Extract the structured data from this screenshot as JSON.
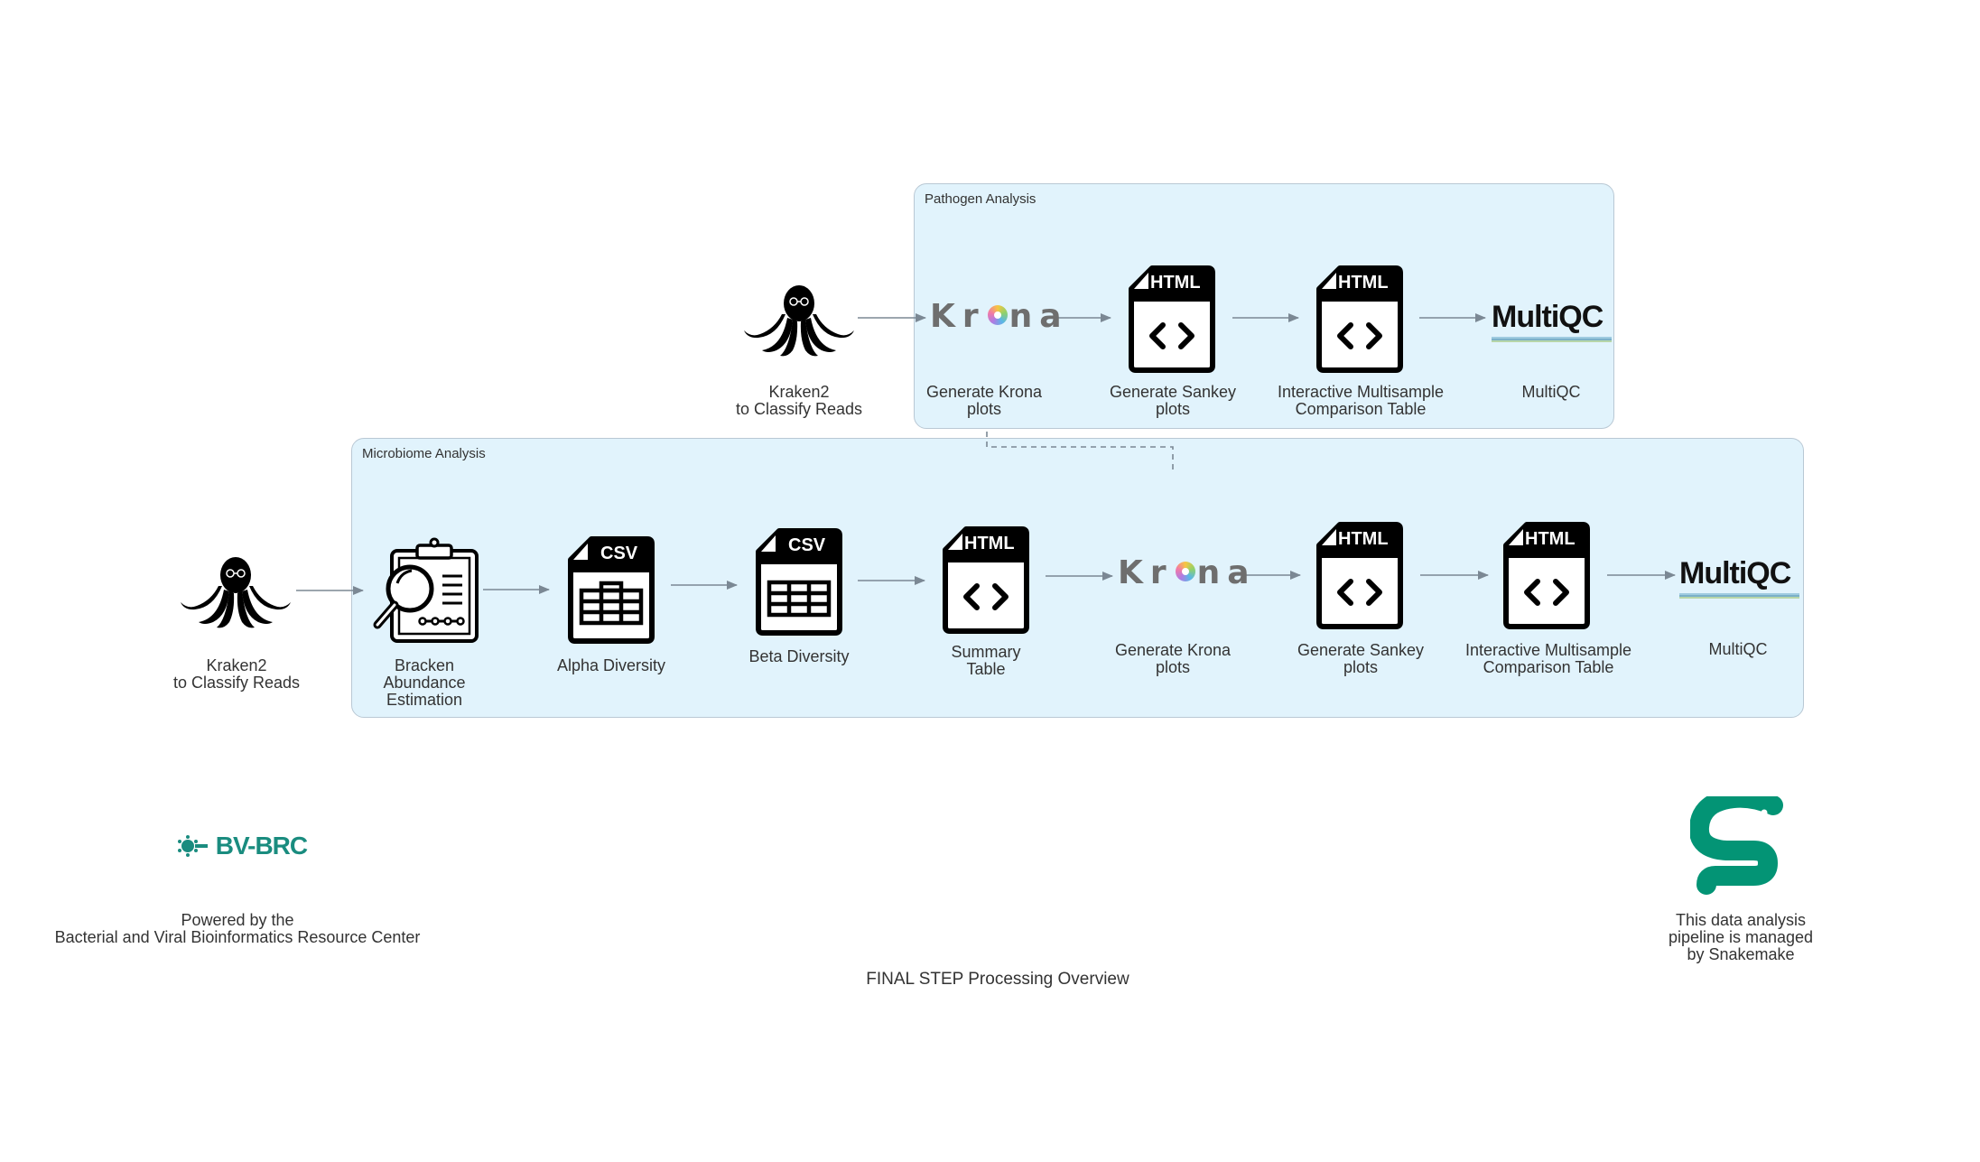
{
  "title": "FINAL STEP Processing Overview",
  "clusters": {
    "pathogen": {
      "label": "Pathogen Analysis"
    },
    "microbiome": {
      "label": "Microbiome Analysis"
    }
  },
  "pathogen": {
    "kraken_label": [
      "Kraken2",
      "to Classify Reads"
    ],
    "krona_logo": "Kr na",
    "krona_label": [
      "Generate Krona",
      "plots"
    ],
    "sankey_badge": "HTML",
    "sankey_label": [
      "Generate Sankey",
      "plots"
    ],
    "table_badge": "HTML",
    "table_label": [
      "Interactive Multisample",
      "Comparison Table"
    ],
    "multiqc_logo": "MultiQC",
    "multiqc_label": "MultiQC"
  },
  "microbiome": {
    "kraken_label": [
      "Kraken2",
      "to Classify Reads"
    ],
    "bracken_label": [
      "Bracken",
      "Abundance",
      "Estimation"
    ],
    "alpha_badge": "CSV",
    "alpha_label": "Alpha Diversity",
    "beta_badge": "CSV",
    "beta_label": "Beta Diversity",
    "summary_badge": "HTML",
    "summary_label": [
      "Summary",
      "Table"
    ],
    "krona_logo": "Kr na",
    "krona_label": [
      "Generate Krona",
      "plots"
    ],
    "sankey_badge": "HTML",
    "sankey_label": [
      "Generate Sankey",
      "plots"
    ],
    "table_badge": "HTML",
    "table_label": [
      "Interactive Multisample",
      "Comparison Table"
    ],
    "multiqc_logo": "MultiQC",
    "multiqc_label": "MultiQC"
  },
  "footer": {
    "bvbrc_logo": "BV-BRC",
    "bvbrc_text": [
      "Powered by the",
      "Bacterial and Viral Bioinformatics Resource Center"
    ],
    "snakemake_text": [
      "This data analysis",
      "pipeline is managed",
      "by Snakemake"
    ]
  },
  "colors": {
    "cluster_fill": "#e1f3fc",
    "cluster_border": "#b9c8d4",
    "edge": "#7b8894",
    "bvbrc": "#1a8c7f",
    "snakemake": "#039475"
  },
  "icons": [
    "octopus-icon",
    "krona-logo",
    "html-file-icon",
    "csv-file-icon",
    "clipboard-magnifier-icon",
    "multiqc-logo",
    "bvbrc-logo",
    "snakemake-logo"
  ]
}
